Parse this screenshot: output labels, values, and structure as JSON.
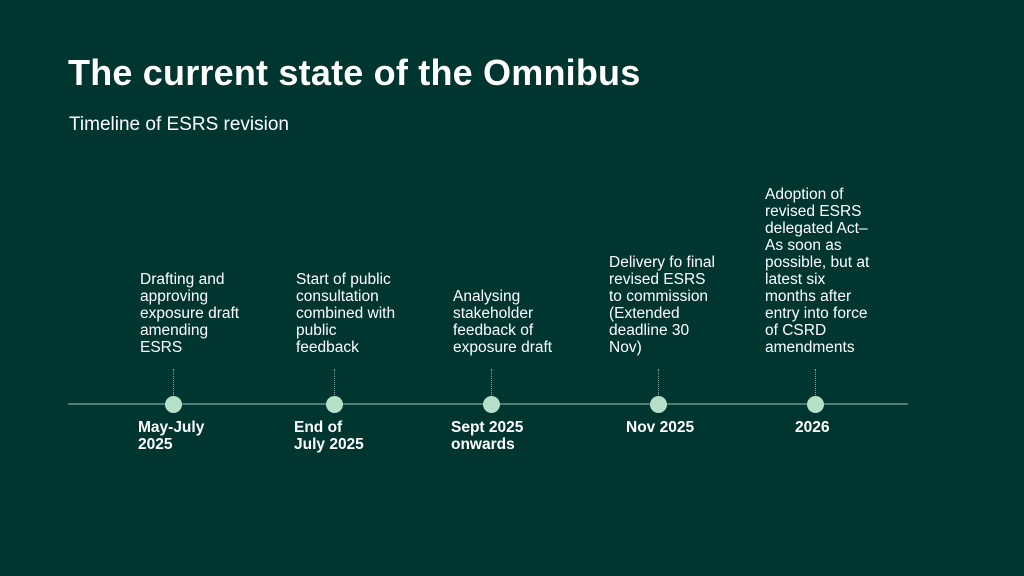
{
  "header": {
    "title": "The current state of the Omnibus",
    "subtitle": "Timeline of ESRS revision"
  },
  "timeline": [
    {
      "description": "Drafting and\napproving\nexposure draft\namending\nESRS",
      "date": "May-July\n2025"
    },
    {
      "description": "Start of public\nconsultation\ncombined with\npublic\nfeedback",
      "date": "End of\nJuly 2025"
    },
    {
      "description": "Analysing\nstakeholder\nfeedback of\nexposure draft",
      "date": "Sept 2025\nonwards"
    },
    {
      "description": "Delivery fo final\nrevised ESRS\nto commission\n(Extended\ndeadline 30\nNov)",
      "date": "Nov 2025"
    },
    {
      "description": "Adoption of\nrevised ESRS\ndelegated Act–\nAs soon as\npossible, but at\nlatest six\nmonths after\nentry into force\nof CSRD\namendments",
      "date": "2026"
    }
  ],
  "colors": {
    "background": "#013530",
    "dot": "#b6dfca",
    "axis": "#4f7e72"
  }
}
